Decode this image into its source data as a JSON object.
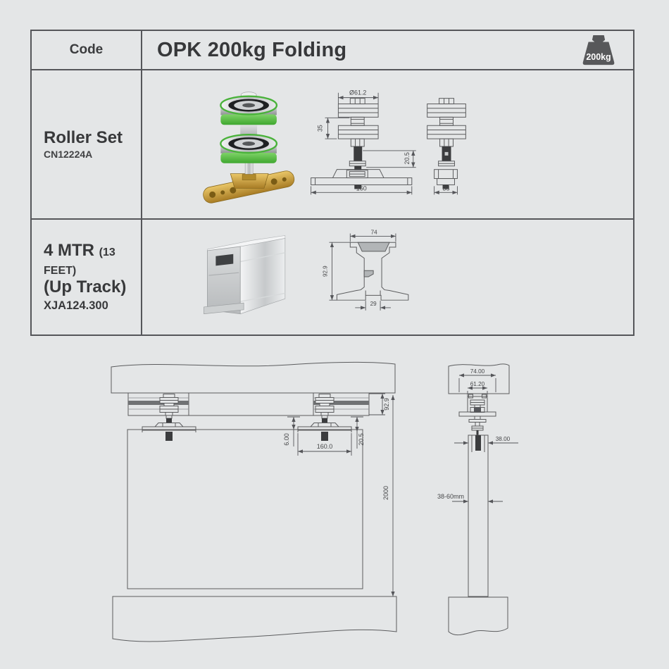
{
  "header": {
    "code_label": "Code",
    "title": "OPK 200kg Folding",
    "weight_badge": "200kg"
  },
  "row1": {
    "name": "Roller Set",
    "part_no": "CN12224A",
    "dims": {
      "diameter": "Ø61.2",
      "wheel_height": "35",
      "shaft_drop": "20.5",
      "plate_length": "160",
      "side_width": "38"
    }
  },
  "row2": {
    "name_main": "4 MTR",
    "name_note": "(13 FEET)",
    "name_line2": "(Up Track)",
    "part_no": "XJA124.300",
    "dims": {
      "width": "74",
      "height": "92.9",
      "slot": "29"
    }
  },
  "installation": {
    "front": {
      "track_height": "92.9",
      "gap": "6.00",
      "plate_length": "160.0",
      "drop": "20.5",
      "door_height": "2000"
    },
    "side": {
      "track_width": "74.00",
      "roller_diameter": "61.20",
      "door_thickness": "38.00",
      "door_range": "38-60mm"
    }
  }
}
